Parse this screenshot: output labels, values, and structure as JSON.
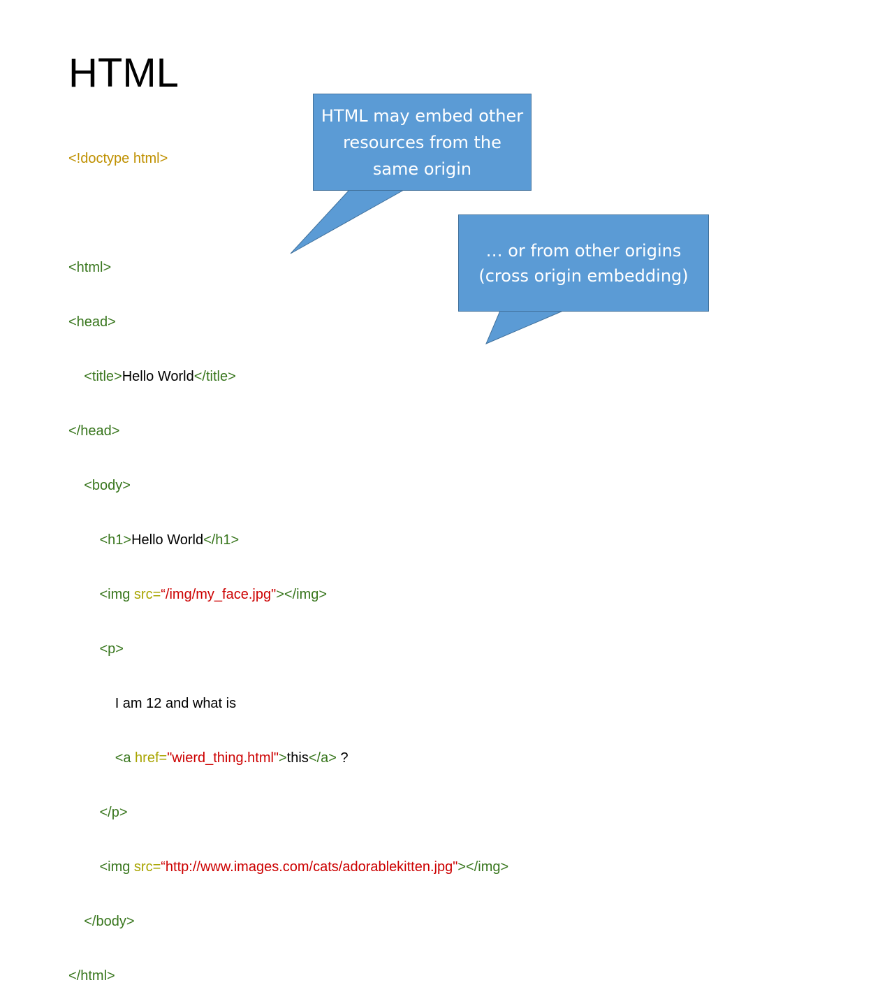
{
  "slide": {
    "title": "HTML",
    "code": {
      "doctype": "<!doctype html>",
      "html_open": "<html>",
      "head_open": "<head>",
      "title_open": "<title>",
      "title_text": "Hello World",
      "title_close": "</title>",
      "head_close": "</head>",
      "body_open": "<body>",
      "h1_open": "<h1>",
      "h1_text": "Hello World",
      "h1_close": "</h1>",
      "img1_open": "<img ",
      "img1_attr": "src=",
      "img1_value": "“/img/my_face.jpg\"",
      "img1_end": ">",
      "img1_close": "</img>",
      "p_open": "<p>",
      "p_text": "I am 12 and what is",
      "a_open": "<a ",
      "a_attr": "href=",
      "a_value": "\"wierd_thing.html\"",
      "a_end": ">",
      "a_text": "this",
      "a_close": "</a>",
      "a_after": "?",
      "p_close": "</p>",
      "img2_open": "<img ",
      "img2_attr": "src=",
      "img2_value": "“http://www.images.com/cats/adorablekitten.jpg\"",
      "img2_end": ">",
      "img2_close": "</img>",
      "body_close": "</body>",
      "html_close": "</html>"
    },
    "callouts": [
      {
        "text": "HTML may embed other resources from the same origin"
      },
      {
        "text": "… or from other origins (cross origin embedding)"
      }
    ],
    "colors": {
      "doctype": "#bf9000",
      "tag": "#38761d",
      "attribute": "#a8a400",
      "value": "#cc0000",
      "callout_fill": "#5b9bd5"
    }
  }
}
